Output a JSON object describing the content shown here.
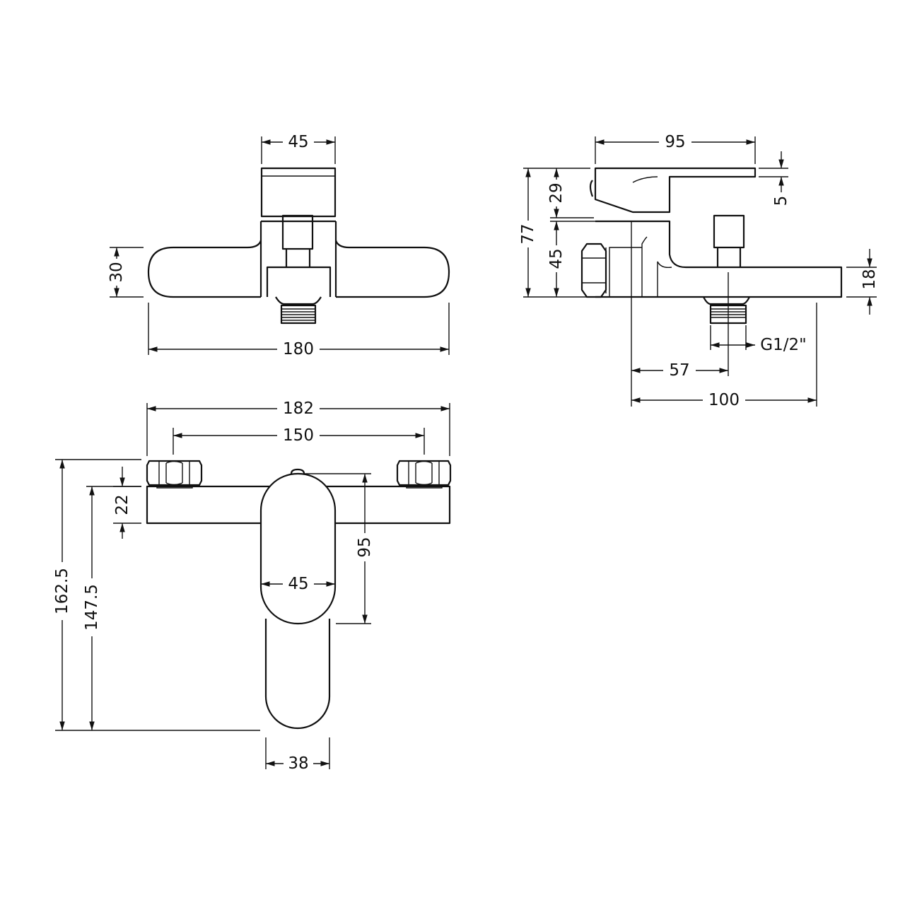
{
  "front_view": {
    "top_width": "45",
    "body_height": "30",
    "overall_width": "180"
  },
  "side_view": {
    "handle_length": "95",
    "overall_height": "77",
    "handle_height": "29",
    "body_height": "45",
    "lever_thickness": "5",
    "spout_height": "18",
    "outlet_thread": "G1/2\"",
    "outlet_offset": "57",
    "projection": "100"
  },
  "top_view": {
    "overall_width": "182",
    "centres": "150",
    "bar_depth": "22",
    "overall_depth": "162.5",
    "body_depth": "147.5",
    "handle_length": "95",
    "handle_width": "45",
    "spout_width": "38"
  },
  "line_color": "#111111"
}
